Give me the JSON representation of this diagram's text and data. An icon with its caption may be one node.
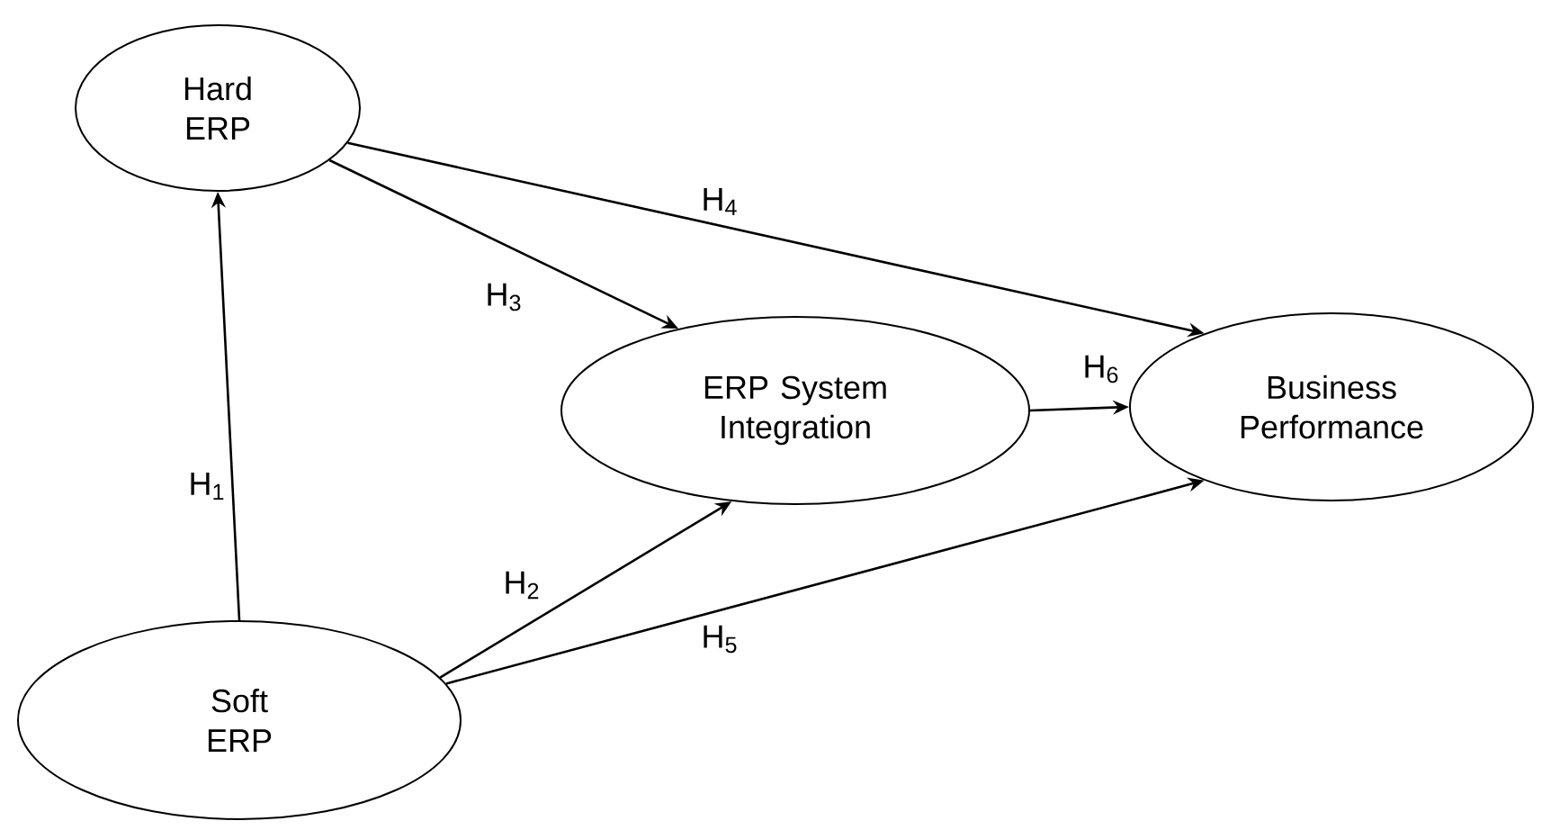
{
  "diagram": {
    "nodes": [
      {
        "text": [
          "Hard ERP"
        ]
      },
      {
        "text": [
          "ERP System Integration"
        ]
      },
      {
        "text": [
          "Business Performance"
        ]
      },
      {
        "text": [
          "Soft ERP"
        ]
      }
    ],
    "edges": [
      {
        "from": 3,
        "to": 0,
        "arrow": "to",
        "label": "H$_{1}$"
      },
      {
        "from": 3,
        "to": 1,
        "arrow": "to",
        "label": "H$_{2}$"
      },
      {
        "from": 0,
        "to": 1,
        "arrow": "to",
        "label": "H$_{3}$"
      },
      {
        "from": 0,
        "to": 2,
        "arrow": "to",
        "label": "H$_{4}$"
      },
      {
        "from": 3,
        "to": 2,
        "arrow": "to",
        "label": "H$_{5}$"
      },
      {
        "from": 1,
        "to": 2,
        "arrow": "to",
        "label": "H$_{6}$"
      }
    ]
  }
}
